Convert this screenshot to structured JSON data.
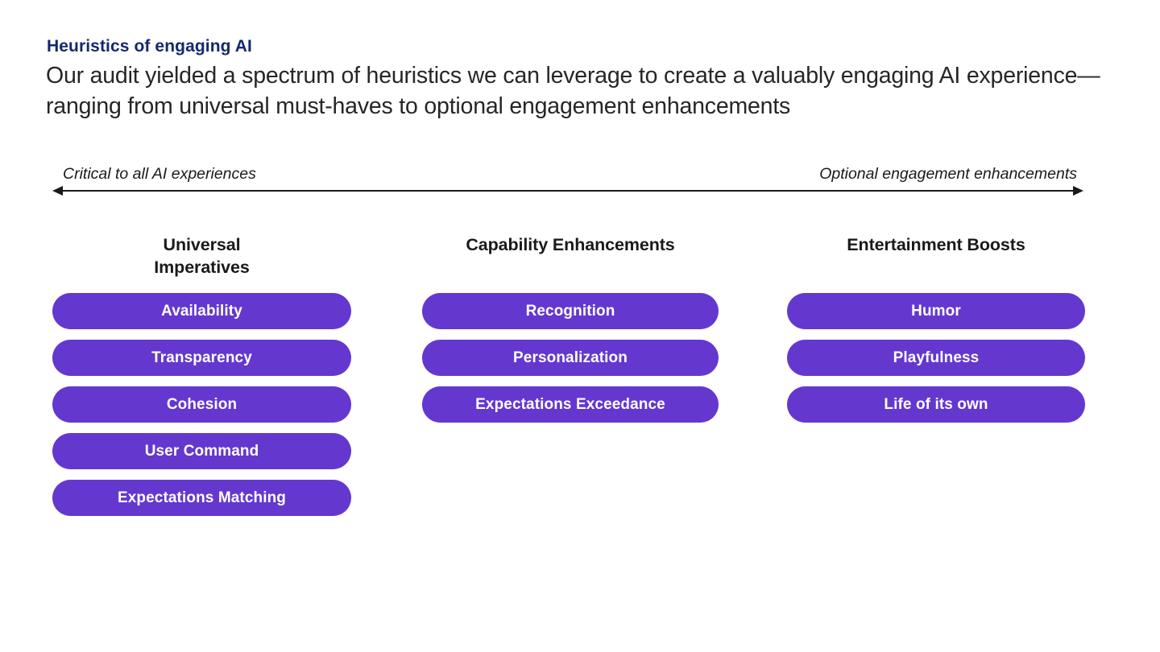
{
  "header": {
    "eyebrow": "Heuristics of engaging AI",
    "headline": "Our audit yielded a spectrum of heuristics we can leverage to create a valuably engaging AI experience—ranging from universal must-haves to optional engagement enhancements"
  },
  "spectrum": {
    "left_label": "Critical to all AI experiences",
    "right_label": "Optional engagement enhancements"
  },
  "columns": [
    {
      "title": "Universal\nImperatives",
      "items": [
        "Availability",
        "Transparency",
        "Cohesion",
        "User Command",
        "Expectations Matching"
      ]
    },
    {
      "title": "Capability Enhancements",
      "items": [
        "Recognition",
        "Personalization",
        "Expectations Exceedance"
      ]
    },
    {
      "title": "Entertainment Boosts",
      "items": [
        "Humor",
        "Playfulness",
        "Life of its own"
      ]
    }
  ],
  "colors": {
    "pill_background": "#6438CE",
    "pill_text": "#FFFFFF",
    "eyebrow_text": "#14286E",
    "body_text": "#262626",
    "arrow": "#1A1A1A"
  }
}
